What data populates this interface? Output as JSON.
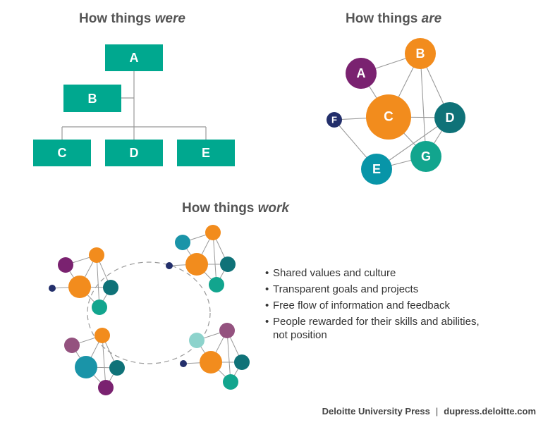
{
  "titles": {
    "were": {
      "prefix": "How things ",
      "emph": "were"
    },
    "are": {
      "prefix": "How things ",
      "emph": "are"
    },
    "work": {
      "prefix": "How things ",
      "emph": "work"
    }
  },
  "hierarchy": {
    "color": "#00a88f",
    "nodes": [
      "A",
      "B",
      "C",
      "D",
      "E"
    ]
  },
  "network": {
    "nodes": [
      {
        "label": "A",
        "color": "#7a2270"
      },
      {
        "label": "B",
        "color": "#f28c1d"
      },
      {
        "label": "C",
        "color": "#f28c1d"
      },
      {
        "label": "D",
        "color": "#0f7278"
      },
      {
        "label": "E",
        "color": "#0895a8"
      },
      {
        "label": "F",
        "color": "#232f6b"
      },
      {
        "label": "G",
        "color": "#12a58e"
      }
    ]
  },
  "bullets": [
    "Shared values and culture",
    "Transparent goals and projects",
    "Free flow of information and  feedback",
    "People rewarded for their skills and abilities,",
    "not position"
  ],
  "footer": {
    "source": "Deloitte University Press",
    "separator": "|",
    "url": "dupress.deloitte.com"
  },
  "colors": {
    "orange": "#f28c1d",
    "purple": "#7a2270",
    "mauve": "#94527f",
    "dark_teal": "#0f7278",
    "blue_teal": "#1a94a8",
    "green_teal": "#12a58e",
    "navy": "#232f6b",
    "light_teal": "#8dd3cc",
    "line": "#999999"
  }
}
